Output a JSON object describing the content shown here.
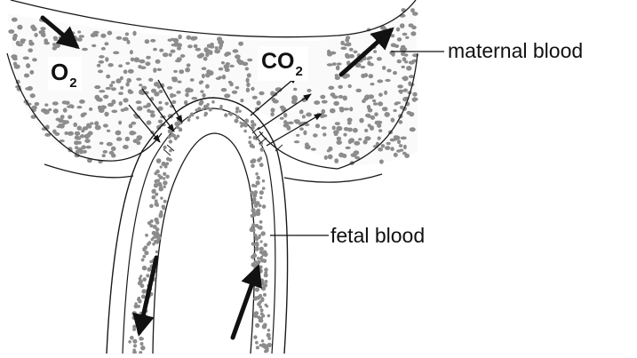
{
  "labels": {
    "maternal_blood": "maternal blood",
    "fetal_blood": "fetal blood"
  },
  "gases": {
    "oxygen": {
      "symbol": "O",
      "subscript": "2"
    },
    "carbon_dioxide": {
      "symbol": "CO",
      "subscript": "2"
    }
  },
  "colors": {
    "ink": "#1a1a1a",
    "cell": "#8c8c8c",
    "background": "#ffffff"
  }
}
